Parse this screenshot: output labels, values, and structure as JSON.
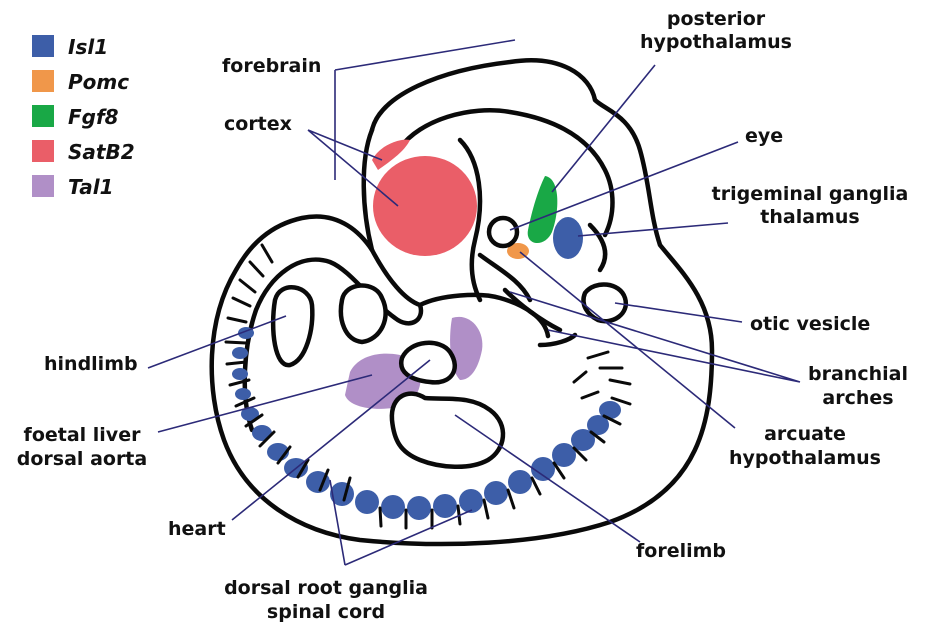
{
  "legend": [
    {
      "name": "Isl1",
      "color": "#3d5ea8"
    },
    {
      "name": "Pomc",
      "color": "#f0974a"
    },
    {
      "name": "Fgf8",
      "color": "#19a846"
    },
    {
      "name": "SatB2",
      "color": "#ea5e68"
    },
    {
      "name": "Tal1",
      "color": "#b08fc7"
    }
  ],
  "labels": {
    "forebrain": "forebrain",
    "cortex": "cortex",
    "posterior_hypothalamus_1": "posterior",
    "posterior_hypothalamus_2": "hypothalamus",
    "eye": "eye",
    "trigeminal_1": "trigeminal ganglia",
    "trigeminal_2": "thalamus",
    "otic": "otic vesicle",
    "branchial_1": "branchial",
    "branchial_2": "arches",
    "arcuate_1": "arcuate",
    "arcuate_2": "hypothalamus",
    "forelimb": "forelimb",
    "spinal_1": "dorsal root ganglia",
    "spinal_2": "spinal cord",
    "heart": "heart",
    "liver_1": "foetal liver",
    "liver_2": "dorsal aorta",
    "hindlimb": "hindlimb"
  }
}
